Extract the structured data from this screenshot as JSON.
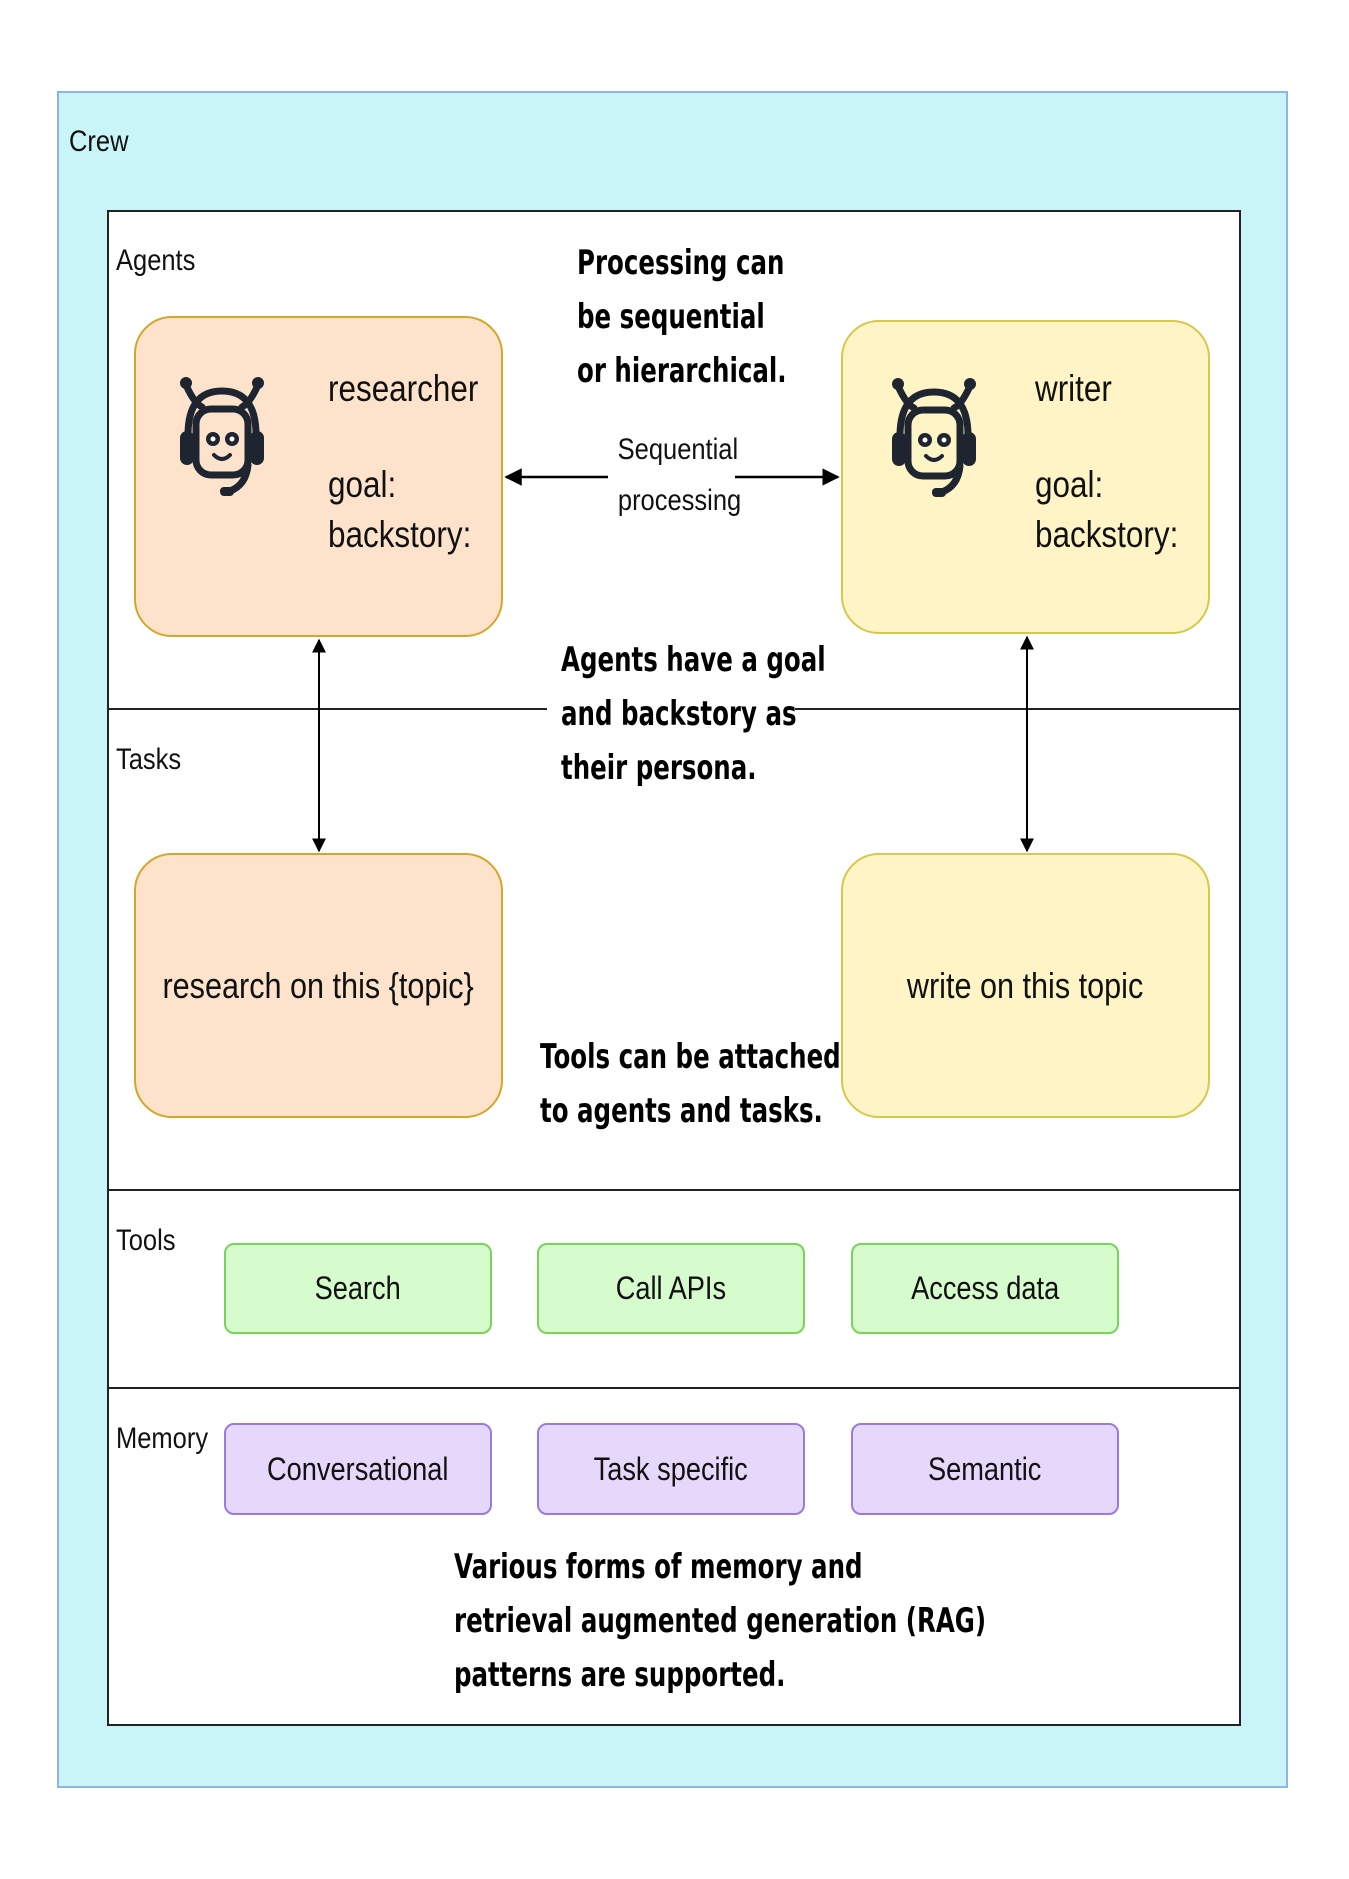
{
  "crew": {
    "label": "Crew",
    "background": "#c9f4f8",
    "border": "#8fb4ea"
  },
  "sections": {
    "agents": {
      "label": "Agents"
    },
    "tasks": {
      "label": "Tasks"
    },
    "tools": {
      "label": "Tools"
    },
    "memory": {
      "label": "Memory"
    }
  },
  "agents": [
    {
      "name": "researcher",
      "goal_label": "goal:",
      "backstory_label": "backstory:",
      "icon": "robot-headset-icon",
      "fill": "#fde3cc",
      "stroke": "#d6a62a"
    },
    {
      "name": "writer",
      "goal_label": "goal:",
      "backstory_label": "backstory:",
      "icon": "robot-headset-icon",
      "fill": "#fff4c5",
      "stroke": "#d6c84a"
    }
  ],
  "connector": {
    "line1": "Sequential",
    "line2": "processing"
  },
  "tasks": [
    {
      "label": "research on this {topic}"
    },
    {
      "label": "write on this topic"
    }
  ],
  "tools": [
    {
      "label": "Search"
    },
    {
      "label": "Call APIs"
    },
    {
      "label": "Access data"
    }
  ],
  "memory": [
    {
      "label": "Conversational"
    },
    {
      "label": "Task specific"
    },
    {
      "label": "Semantic"
    }
  ],
  "annotations": {
    "processing": [
      "Processing can",
      "be sequential",
      "or hierarchical."
    ],
    "persona": [
      "Agents have a goal",
      "and backstory as",
      "their persona."
    ],
    "tools_note": [
      "Tools can be attached",
      "to agents and tasks."
    ],
    "memory_note": [
      "Various forms of memory and",
      "retrieval augmented generation (RAG)",
      "patterns are supported."
    ]
  },
  "colors": {
    "tool_fill": "#d6fbcc",
    "tool_stroke": "#79d45a",
    "memory_fill": "#e5d8fb",
    "memory_stroke": "#9a7ae0"
  }
}
